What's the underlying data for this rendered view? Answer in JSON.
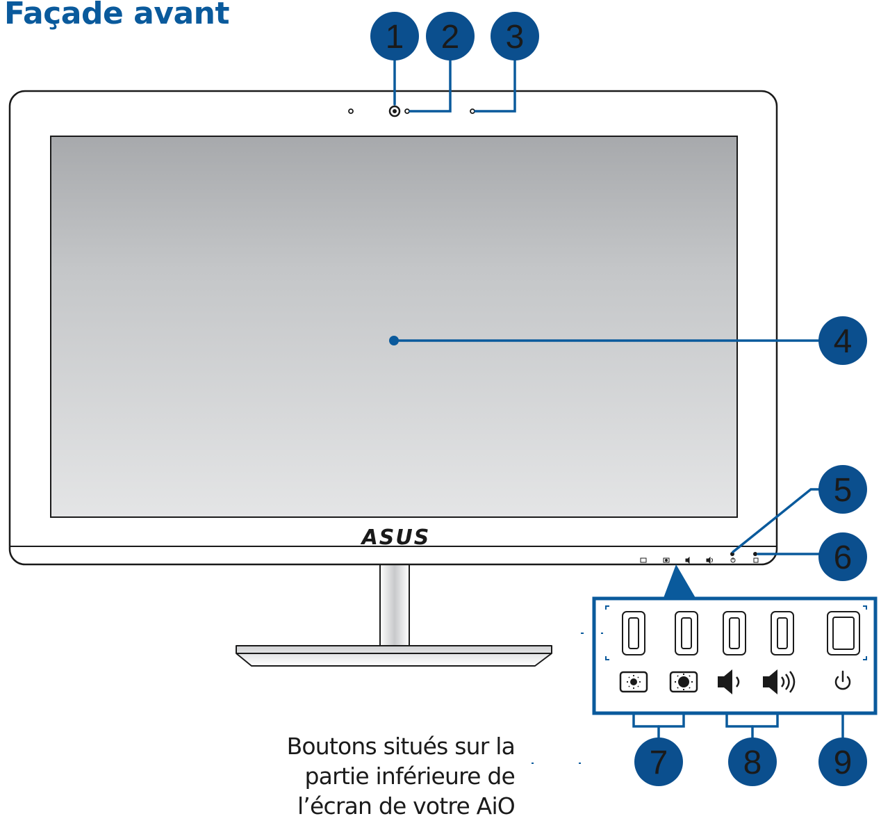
{
  "header": {
    "title": "Façade avant"
  },
  "brand": {
    "logo_text": "ASUS"
  },
  "callouts": [
    {
      "number": "1"
    },
    {
      "number": "2"
    },
    {
      "number": "3"
    },
    {
      "number": "4"
    },
    {
      "number": "5"
    },
    {
      "number": "6"
    },
    {
      "number": "7"
    },
    {
      "number": "8"
    },
    {
      "number": "9"
    }
  ],
  "caption": {
    "lines": [
      "Boutons situés sur la",
      "partie inférieure de",
      "l’écran de votre AiO"
    ]
  },
  "button_panel": {
    "icons": [
      "brightness-down-icon",
      "brightness-up-icon",
      "volume-down-icon",
      "volume-up-icon",
      "power-icon"
    ]
  },
  "colors": {
    "accent": "#0a5a9c",
    "callout_fill": "#0b4f8e",
    "outline": "#1a1a1a"
  }
}
